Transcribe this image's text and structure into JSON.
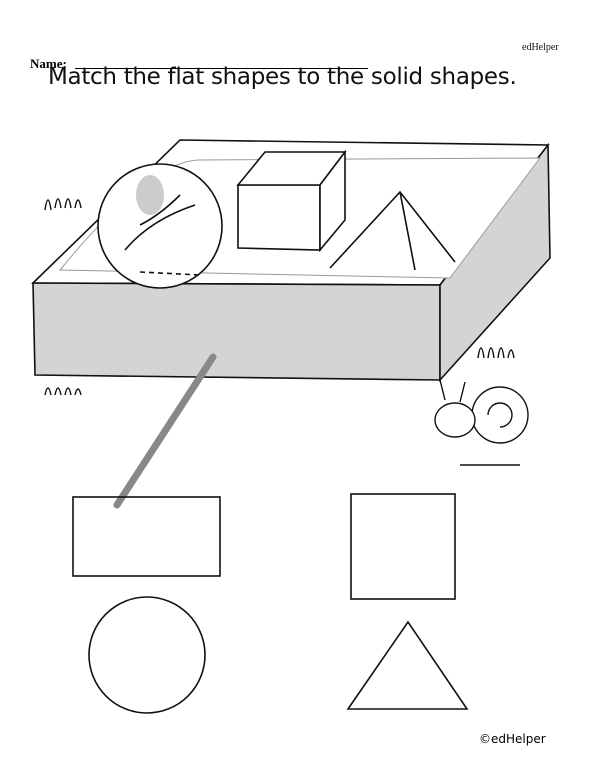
{
  "header": {
    "brand": "edHelper",
    "name_label": "Name:"
  },
  "title": "Match the flat shapes to the solid shapes.",
  "footer": {
    "copyright": "©edHelper"
  },
  "solids": [
    "sphere",
    "cube",
    "pyramid",
    "rectangular-prism"
  ],
  "flat_shapes": [
    "rectangle",
    "square",
    "circle",
    "triangle"
  ],
  "matches": [
    {
      "solid": "rectangular-prism",
      "flat": "rectangle"
    }
  ]
}
